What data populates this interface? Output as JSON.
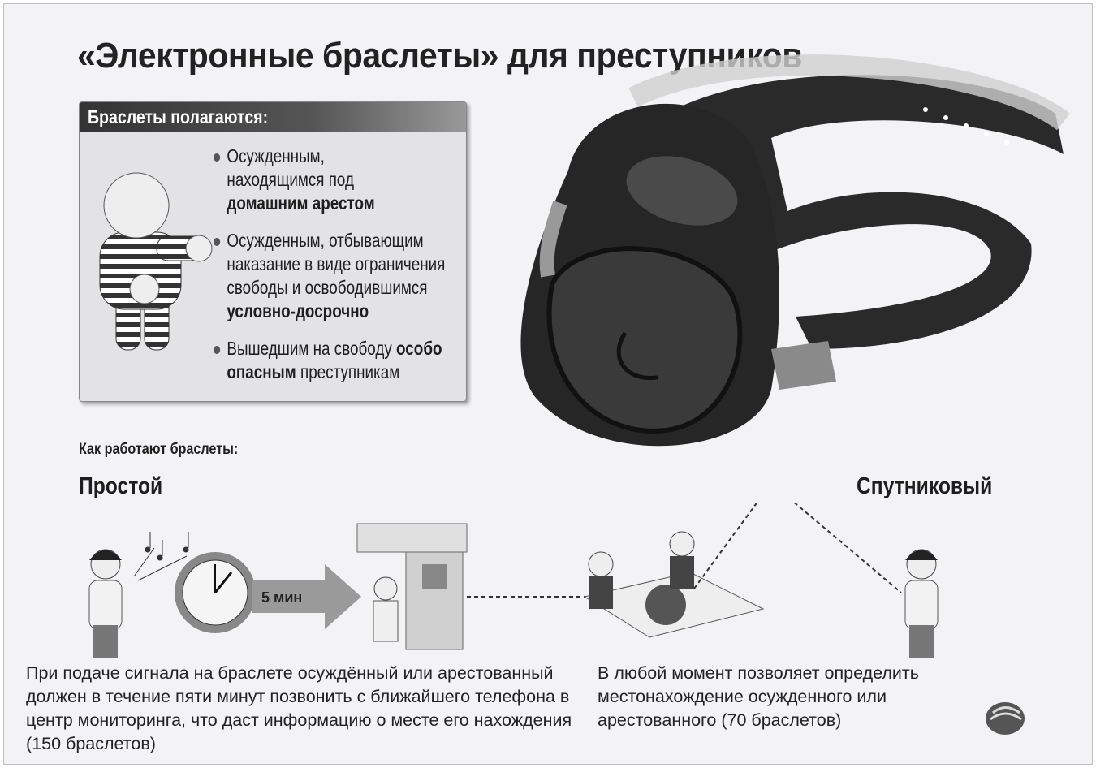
{
  "title": "«Электронные браслеты» для преступников",
  "eligibility": {
    "heading": "Браслеты полагаются:",
    "items": [
      {
        "text": "Осужденным, находящимся под ",
        "bold": "домашним арестом",
        "after": ""
      },
      {
        "text": "Осужденным, отбывающим наказание в виде ограничения свободы и освободившимся ",
        "bold": "условно-досрочно",
        "after": ""
      },
      {
        "text": "Вышедшим на свободу ",
        "bold": "особо опасным",
        "after": " преступникам"
      }
    ]
  },
  "how_it_works": {
    "heading": "Как работают браслеты:",
    "simple": {
      "label": "Простой",
      "timer_label": "5 мин",
      "description": "При подаче сигнала на браслете осуждённый или арестованный должен в течение пяти минут позвонить с ближайшего телефона в центр мониторинга, что даст информацию о месте его нахождения (150 браслетов)"
    },
    "satellite": {
      "label": "Спутниковый",
      "description": "В любой момент позволяет определить местонахождение осужденного или арестованного (70 браслетов)"
    }
  }
}
